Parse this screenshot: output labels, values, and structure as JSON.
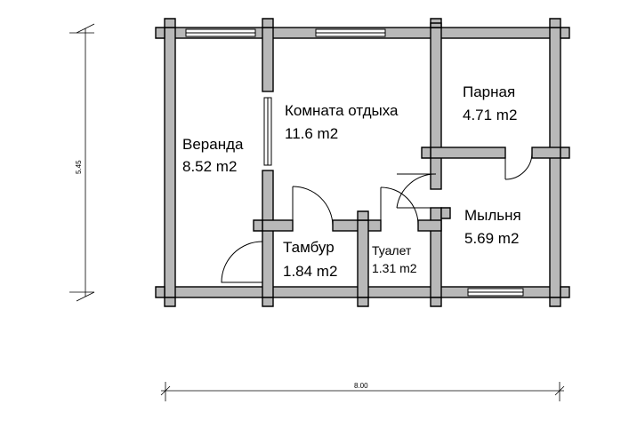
{
  "rooms": {
    "veranda": {
      "name": "Веранда",
      "area": "8.52 m2"
    },
    "rest_room": {
      "name": "Комната отдыха",
      "area": "11.6 m2"
    },
    "steam": {
      "name": "Парная",
      "area": "4.71 m2"
    },
    "washroom": {
      "name": "Мыльня",
      "area": "5.69 m2"
    },
    "vestibule": {
      "name": "Тамбур",
      "area": "1.84 m2"
    },
    "toilet": {
      "name": "Туалет",
      "area": "1.31 m2"
    }
  },
  "dimensions": {
    "height": "5.45",
    "width": "8.00"
  },
  "colors": {
    "wall": "#b8b8b8",
    "line": "#000000",
    "background": "#ffffff"
  }
}
